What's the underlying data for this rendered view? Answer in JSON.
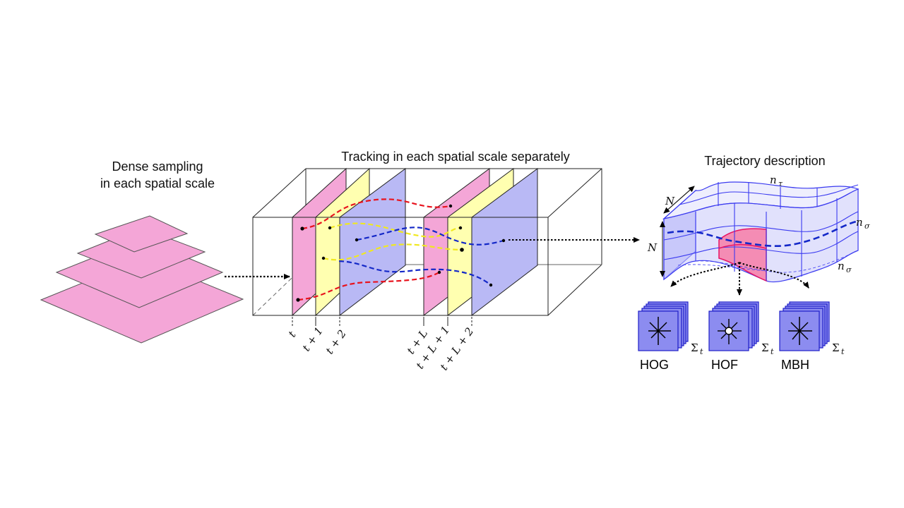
{
  "titles": {
    "dense_line1": "Dense sampling",
    "dense_line2": "in each spatial scale",
    "tracking": "Tracking in each spatial scale separately",
    "trajectory": "Trajectory description"
  },
  "time_labels": [
    "t",
    "t + 1",
    "t + 2",
    "t + L",
    "t + L + 1",
    "t + L + 2"
  ],
  "grid_labels": {
    "N_top": "N",
    "N_left": "N",
    "n_tau": "n",
    "n_tau_sub": "τ",
    "n_sigma_right": "n",
    "n_sigma_right_sub": "σ",
    "n_sigma_bottom": "n",
    "n_sigma_bottom_sub": "σ"
  },
  "descriptors": [
    {
      "name": "HOG",
      "sum": "Σ",
      "sum_sub": "t"
    },
    {
      "name": "HOF",
      "sum": "Σ",
      "sum_sub": "t"
    },
    {
      "name": "MBH",
      "sum": "Σ",
      "sum_sub": "t"
    }
  ],
  "colors": {
    "pink": "#f4a6d7",
    "yellow": "#ffffb0",
    "blue": "#b9b9f5",
    "track_red": "#e8141e",
    "track_yellow": "#f0e81e",
    "track_blue": "#1428c8",
    "grid_blue": "#3a3af0",
    "cube_fill": "#8c8cf0"
  }
}
